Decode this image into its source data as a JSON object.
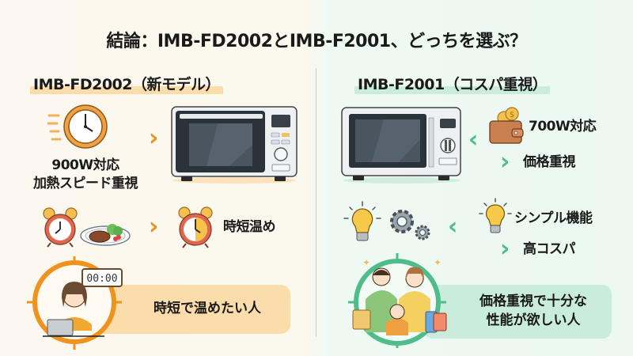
{
  "title": "結論：IMB-FD2002とIMB-F2001、どっちを選ぶ？",
  "colors": {
    "orange": "#f0921e",
    "orange_light": "#fbdcab",
    "green": "#4fbc8c",
    "green_light": "#c9ecdc",
    "text": "#1a1a1a"
  },
  "left": {
    "heading": "IMB-FD2002（新モデル）",
    "feature1": {
      "line1": "900W対応",
      "line2": "加熱スピード重視",
      "icon": "speed-clock-icon"
    },
    "feature2": {
      "label": "時短温め",
      "icons": [
        "alarm-clock-icon",
        "steak-plate-icon",
        "half-alarm-clock-icon"
      ]
    },
    "timer_display": "00:00",
    "target": "時短で温めたい人",
    "arrow": "›"
  },
  "right": {
    "heading": "IMB-F2001（コスパ重視）",
    "feature1": {
      "line1": "700W対応",
      "line2": "価格重視",
      "icon": "wallet-coins-icon"
    },
    "feature2": {
      "line1": "シンプル機能",
      "line2": "高コスパ",
      "icons": [
        "lightbulb-icon",
        "gears-icon",
        "lightbulb-icon"
      ]
    },
    "target_line1": "価格重視で十分な",
    "target_line2": "性能が欲しい人",
    "arrow_left": "‹",
    "arrow_right": "›"
  }
}
